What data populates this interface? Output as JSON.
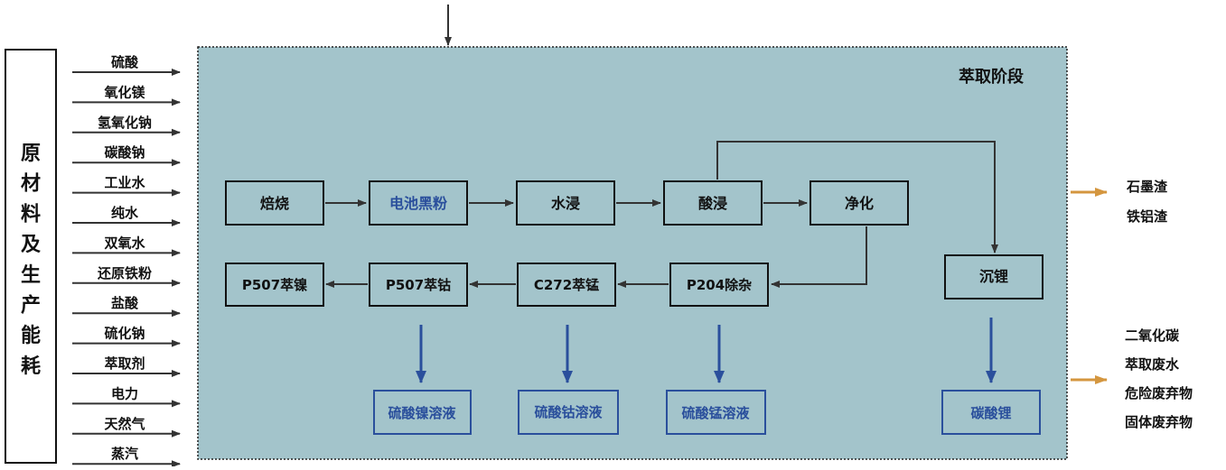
{
  "raw_materials": {
    "title": "原材料及生产能耗",
    "title_chars": [
      "原",
      "材",
      "料",
      "及",
      "生",
      "产",
      "能",
      "耗"
    ],
    "items": [
      "硫酸",
      "氧化镁",
      "氢氧化钠",
      "碳酸钠",
      "工业水",
      "纯水",
      "双氧水",
      "还原铁粉",
      "盐酸",
      "硫化钠",
      "萃取剂",
      "电力",
      "天然气",
      "蒸汽"
    ]
  },
  "stage": {
    "label": "萃取阶段"
  },
  "process": {
    "roast": "焙烧",
    "black_powder": "电池黑粉",
    "water_leach": "水浸",
    "acid_leach": "酸浸",
    "purify": "净化",
    "p204": "P204除杂",
    "c272": "C272萃锰",
    "p507_co": "P507萃钴",
    "p507_ni": "P507萃镍",
    "li_precip": "沉锂"
  },
  "products": {
    "nickel_sulfate": "硫酸镍溶液",
    "cobalt_sulfate": "硫酸钴溶液",
    "manganese_sulfate": "硫酸锰溶液",
    "lithium_carbonate": "碳酸锂"
  },
  "outputs_top": [
    "石墨渣",
    "铁铝渣"
  ],
  "outputs_bottom": [
    "二氧化碳",
    "萃取废水",
    "危险废弃物",
    "固体废弃物"
  ],
  "colors": {
    "stage_bg": "#a3c4cb",
    "box_border": "#111111",
    "product_border": "#2a4f9c",
    "product_text": "#2a4f9c",
    "down_arrow": "#2a4f9c",
    "output_arrow": "#d4963f"
  }
}
